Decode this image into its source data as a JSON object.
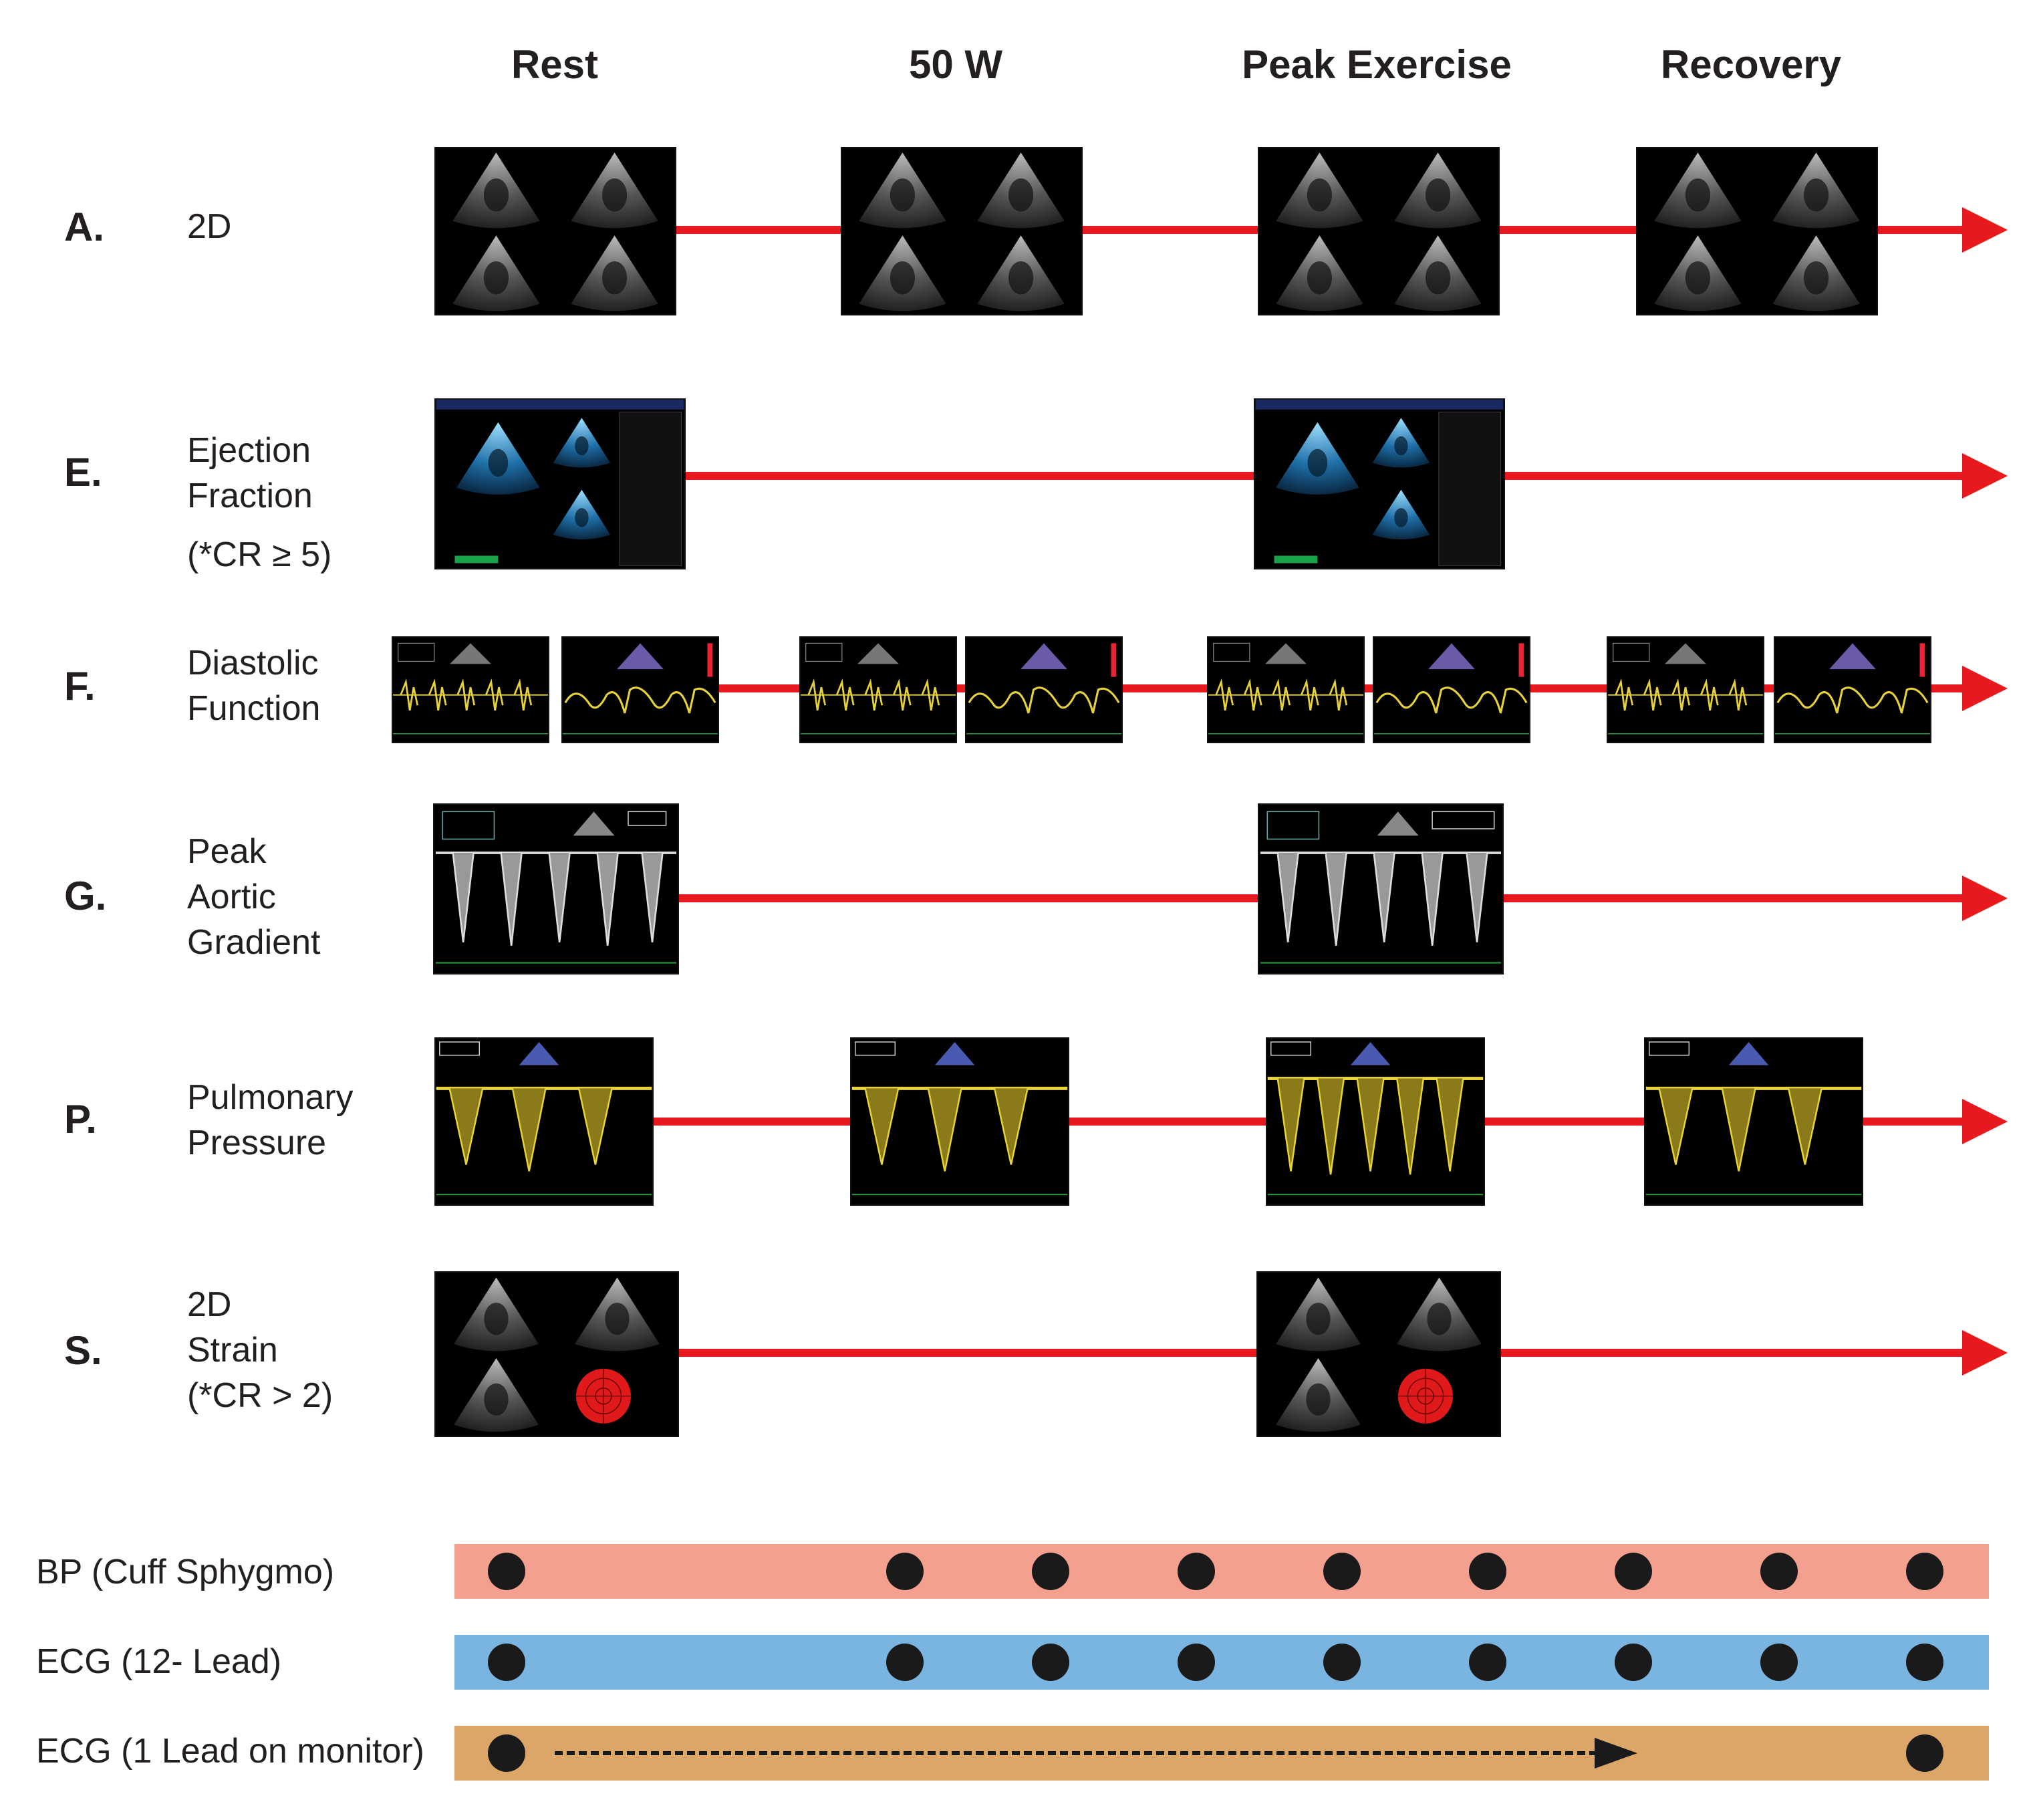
{
  "stages": [
    "Rest",
    "50 W",
    "Peak Exercise",
    "Recovery"
  ],
  "rows": [
    {
      "letter": "A.",
      "label_lines": [
        "2D"
      ]
    },
    {
      "letter": "E.",
      "label_lines": [
        "Ejection",
        "Fraction",
        " (*CR ≥ 5)"
      ]
    },
    {
      "letter": "F.",
      "label_lines": [
        "Diastolic",
        "Function"
      ]
    },
    {
      "letter": "G.",
      "label_lines": [
        "Peak",
        "Aortic",
        "Gradient"
      ]
    },
    {
      "letter": "P.",
      "label_lines": [
        "Pulmonary",
        "Pressure"
      ]
    },
    {
      "letter": "S.",
      "label_lines": [
        "2D",
        "Strain",
        "(*CR > 2)"
      ]
    }
  ],
  "monitoring": [
    {
      "label": "BP (Cuff Sphygmo)",
      "color": "#f4a08f"
    },
    {
      "label": "ECG (12- Lead)",
      "color": "#7ab4e0"
    },
    {
      "label": "ECG (1 Lead on monitor)",
      "color": "#dba668"
    }
  ],
  "colors": {
    "arrow": "#e8191e",
    "dot": "#1a1a1a"
  },
  "icons": [
    "echo-2d-quad-icon",
    "ejection-fraction-echo-icon",
    "mitral-inflow-doppler-icon",
    "tissue-doppler-icon",
    "aortic-doppler-icon",
    "tricuspid-regurgitation-doppler-icon",
    "strain-bullseye-icon"
  ]
}
